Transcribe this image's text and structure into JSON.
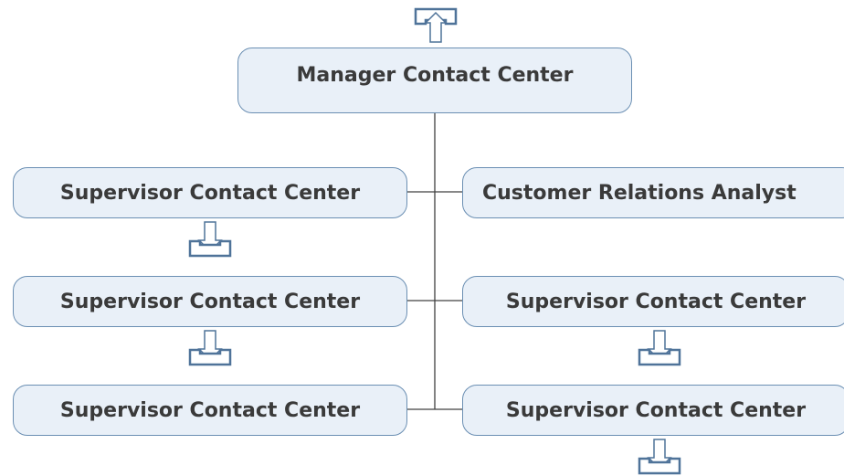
{
  "chart": {
    "root": {
      "label": "Manager Contact Center"
    },
    "left": [
      {
        "label": "Supervisor Contact Center"
      },
      {
        "label": "Supervisor Contact Center"
      },
      {
        "label": "Supervisor Contact Center"
      }
    ],
    "right": [
      {
        "label": "Customer Relations Analyst"
      },
      {
        "label": "Supervisor Contact Center"
      },
      {
        "label": "Supervisor Contact Center"
      }
    ]
  },
  "colors": {
    "box_fill": "#e9f0f8",
    "box_border": "#6b8fb3",
    "text": "#3a3a3a",
    "line": "#404040",
    "arrow_border": "#4f7399"
  },
  "icons": {
    "up": "arrow-up-icon",
    "down": "arrow-down-icon"
  }
}
